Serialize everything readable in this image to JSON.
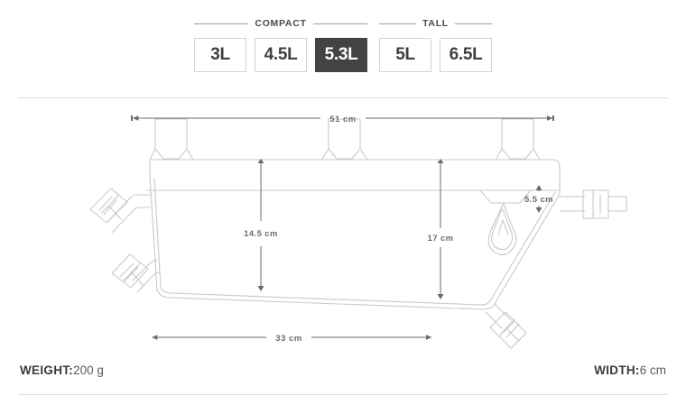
{
  "selector": {
    "groups": [
      {
        "title": "COMPACT",
        "options": [
          {
            "label": "3L",
            "selected": false
          },
          {
            "label": "4.5L",
            "selected": false
          },
          {
            "label": "5.3L",
            "selected": true
          }
        ]
      },
      {
        "title": "TALL",
        "options": [
          {
            "label": "5L",
            "selected": false
          },
          {
            "label": "6.5L",
            "selected": false
          }
        ]
      }
    ]
  },
  "diagram": {
    "title": "frame-bag-dimension-drawing",
    "dimensions": {
      "top_length": "51 cm",
      "bottom_length": "33 cm",
      "left_height": "14.5 cm",
      "right_height": "17 cm",
      "corner_height": "5.5 cm"
    }
  },
  "footer": {
    "weight_label": "WEIGHT:",
    "weight_value": "200 g",
    "width_label": "WIDTH:",
    "width_value": "6 cm"
  },
  "colors": {
    "selected_bg": "#434343",
    "selected_text": "#ffffff",
    "button_border": "#d2d2d2",
    "button_text": "#3f3f3f",
    "rule": "#9b9b9b",
    "divider": "#dcdcdc",
    "outline": "#c9c9c9",
    "dimension_line": "#6b6b6b",
    "dimension_text": "#6b6b6b"
  }
}
